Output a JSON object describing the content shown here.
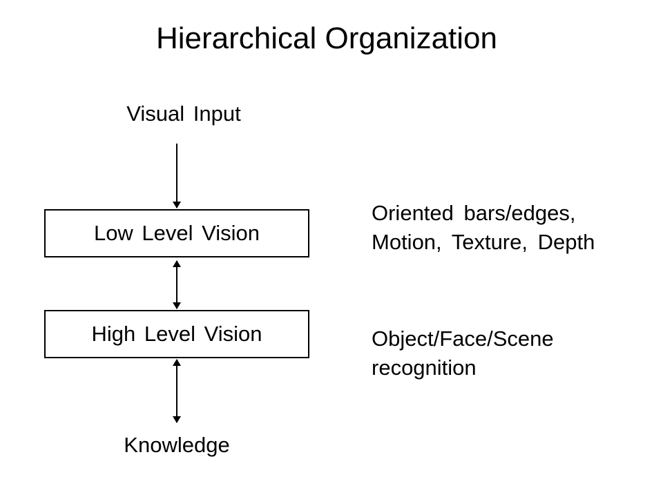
{
  "title": "Hierarchical Organization",
  "nodes": {
    "input": "Visual Input",
    "low": "Low Level Vision",
    "high": "High Level Vision",
    "knowledge": "Knowledge"
  },
  "descriptions": {
    "low": [
      "Oriented bars/edges,",
      "Motion, Texture, Depth"
    ],
    "high": [
      "Object/Face/Scene",
      "recognition"
    ]
  }
}
